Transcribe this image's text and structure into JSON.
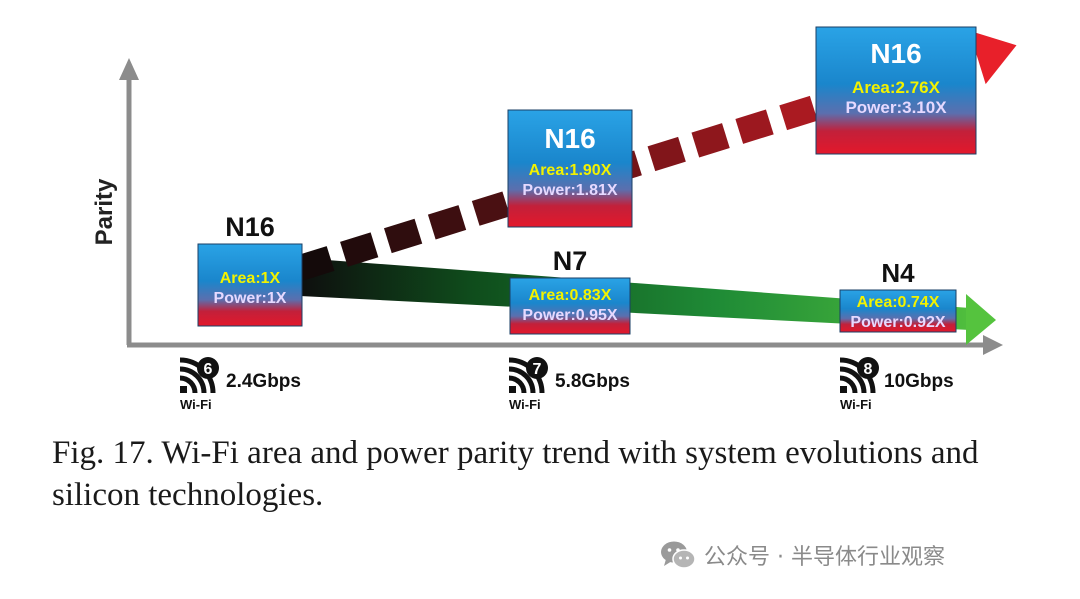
{
  "axes": {
    "y_label": "Parity"
  },
  "chips": [
    {
      "node": "N16",
      "area": "Area:1X",
      "power": "Power:1X"
    },
    {
      "node": "N16",
      "area": "Area:1.90X",
      "power": "Power:1.81X"
    },
    {
      "node": "N16",
      "area": "Area:2.76X",
      "power": "Power:3.10X"
    },
    {
      "node": "N7",
      "area": "Area:0.83X",
      "power": "Power:0.95X"
    },
    {
      "node": "N4",
      "area": "Area:0.74X",
      "power": "Power:0.92X"
    }
  ],
  "generations": [
    {
      "badge": "6",
      "logo_text": "Wi-Fi",
      "speed": "2.4Gbps"
    },
    {
      "badge": "7",
      "logo_text": "Wi-Fi",
      "speed": "5.8Gbps"
    },
    {
      "badge": "8",
      "logo_text": "Wi-Fi",
      "speed": "10Gbps"
    }
  ],
  "caption": "Fig. 17. Wi-Fi area and power parity trend with system evolutions and silicon technologies.",
  "watermark": "公众号 · 半导体行业观察",
  "colors": {
    "area_text": "#f2f200",
    "power_text": "#e6d9ff",
    "red_trend": "#e8202a",
    "green_trend": "#2ea84a",
    "chip_blue": "#1e8fd6",
    "chip_red": "#e3182b",
    "axis": "#8c8c8c"
  }
}
